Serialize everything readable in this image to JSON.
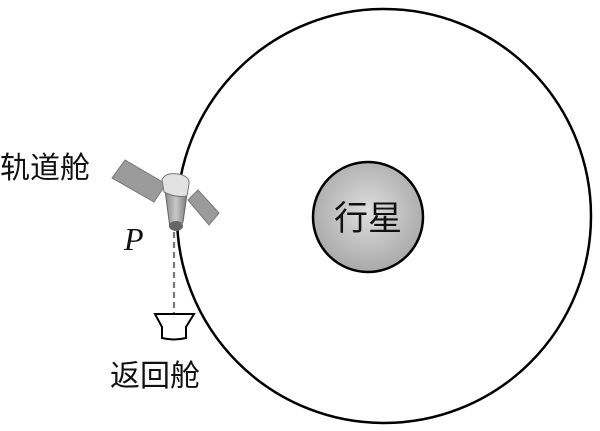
{
  "labels": {
    "orbiter": "轨道舱",
    "point": "P",
    "capsule": "返回舱",
    "planet": "行星"
  }
}
